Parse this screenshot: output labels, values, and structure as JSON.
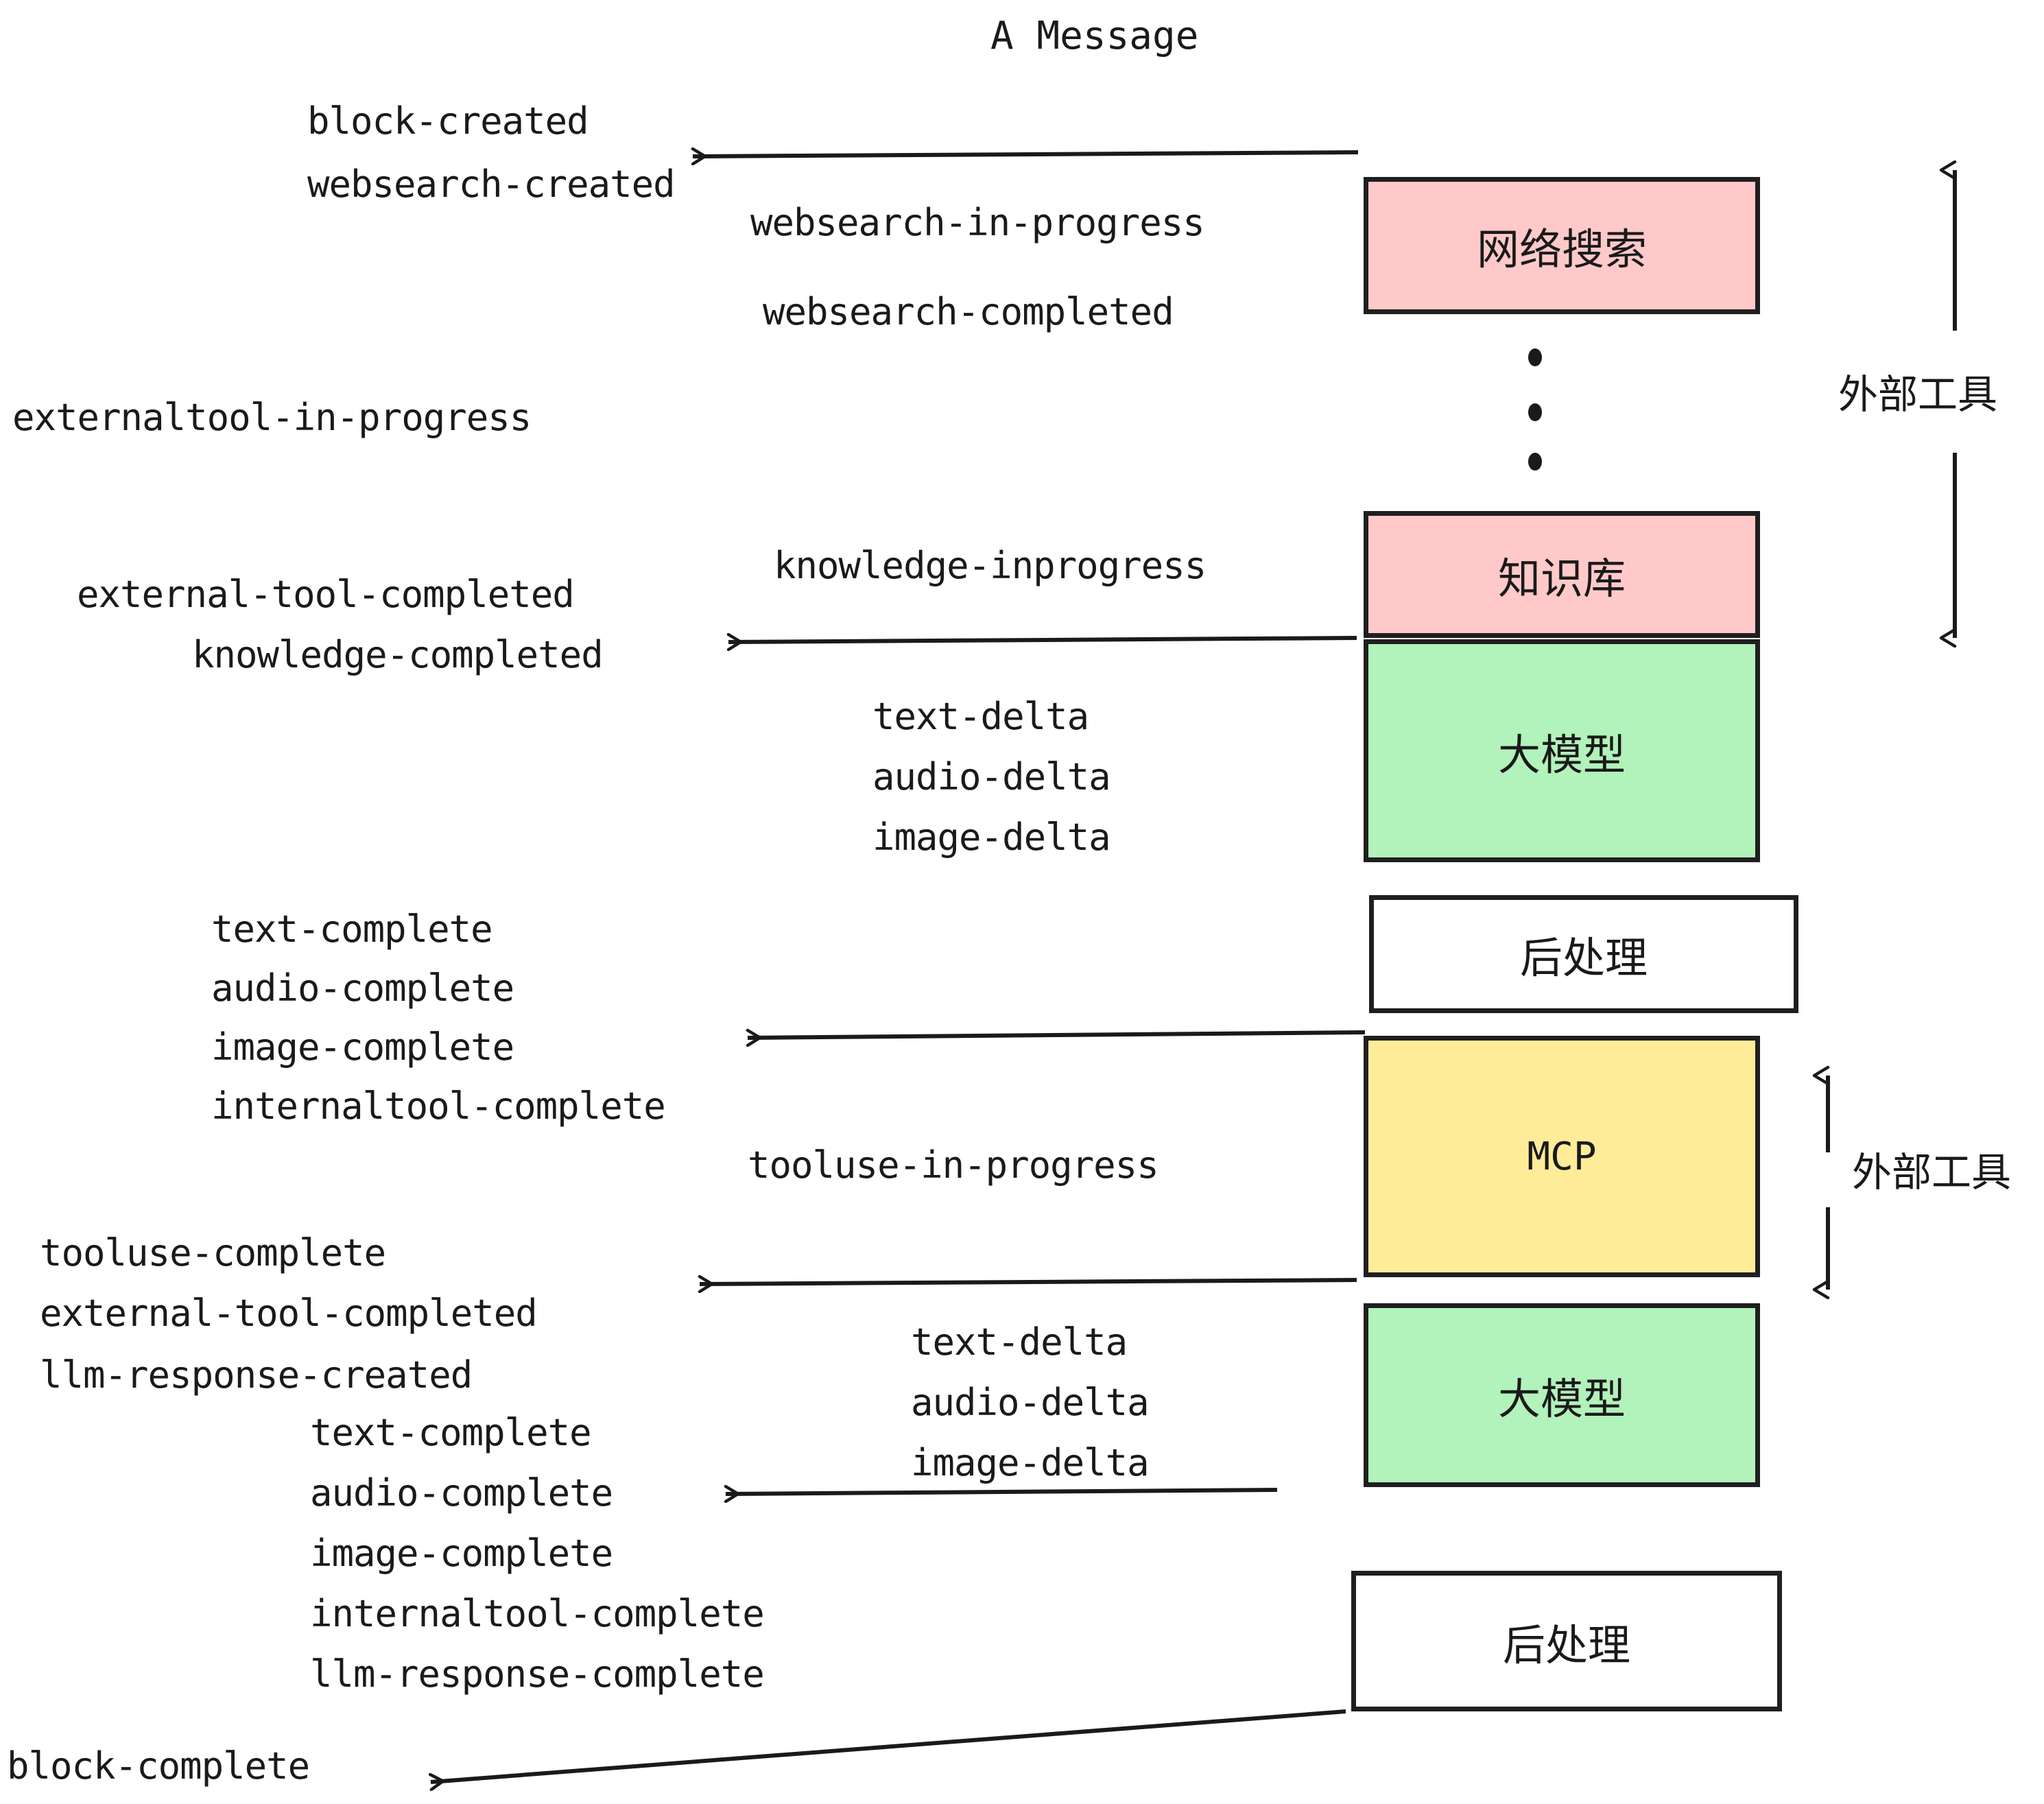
{
  "title": "A Message",
  "colors": {
    "pink": "#FFC9C9",
    "green": "#B2F2BB",
    "yellow": "#FFEC99",
    "white": "#FFFFFF",
    "stroke": "#1F1F1F",
    "text": "#1A1A1A"
  },
  "boxes": [
    {
      "id": "websearch",
      "label": "网络搜索",
      "fill": "#FFC9C9"
    },
    {
      "id": "knowledge",
      "label": "知识库",
      "fill": "#FFC9C9"
    },
    {
      "id": "llm-top",
      "label": "大模型",
      "fill": "#B2F2BB"
    },
    {
      "id": "post-top",
      "label": "后处理",
      "fill": "#FFFFFF"
    },
    {
      "id": "mcp",
      "label": "MCP",
      "fill": "#FFEC99"
    },
    {
      "id": "llm-bottom",
      "label": "大模型",
      "fill": "#B2F2BB"
    },
    {
      "id": "post-bottom",
      "label": "后处理",
      "fill": "#FFFFFF"
    }
  ],
  "side_labels": [
    {
      "id": "external-tool-top",
      "label": "外部工具"
    },
    {
      "id": "external-tool-bottom",
      "label": "外部工具"
    }
  ],
  "events": [
    {
      "id": "block-created",
      "label": "block-created"
    },
    {
      "id": "websearch-created",
      "label": "websearch-created"
    },
    {
      "id": "websearch-in-progress",
      "label": "websearch-in-progress"
    },
    {
      "id": "websearch-completed",
      "label": "websearch-completed"
    },
    {
      "id": "externaltool-in-progress",
      "label": "externaltool-in-progress"
    },
    {
      "id": "knowledge-inprogress",
      "label": "knowledge-inprogress"
    },
    {
      "id": "external-tool-completed-1",
      "label": "external-tool-completed"
    },
    {
      "id": "knowledge-completed",
      "label": "knowledge-completed"
    },
    {
      "id": "text-delta-1",
      "label": "text-delta"
    },
    {
      "id": "audio-delta-1",
      "label": "audio-delta"
    },
    {
      "id": "image-delta-1",
      "label": "image-delta"
    },
    {
      "id": "text-complete-1",
      "label": "text-complete"
    },
    {
      "id": "audio-complete-1",
      "label": "audio-complete"
    },
    {
      "id": "image-complete-1",
      "label": "image-complete"
    },
    {
      "id": "internaltool-complete-1",
      "label": "internaltool-complete"
    },
    {
      "id": "tooluse-in-progress",
      "label": "tooluse-in-progress"
    },
    {
      "id": "tooluse-complete",
      "label": "tooluse-complete"
    },
    {
      "id": "external-tool-completed-2",
      "label": "external-tool-completed"
    },
    {
      "id": "llm-response-created",
      "label": "llm-response-created"
    },
    {
      "id": "text-delta-2",
      "label": "text-delta"
    },
    {
      "id": "audio-delta-2",
      "label": "audio-delta"
    },
    {
      "id": "image-delta-2",
      "label": "image-delta"
    },
    {
      "id": "text-complete-2",
      "label": "text-complete"
    },
    {
      "id": "audio-complete-2",
      "label": "audio-complete"
    },
    {
      "id": "image-complete-2",
      "label": "image-complete"
    },
    {
      "id": "internaltool-complete-2",
      "label": "internaltool-complete"
    },
    {
      "id": "llm-response-complete",
      "label": "llm-response-complete"
    },
    {
      "id": "block-complete",
      "label": "block-complete"
    }
  ]
}
